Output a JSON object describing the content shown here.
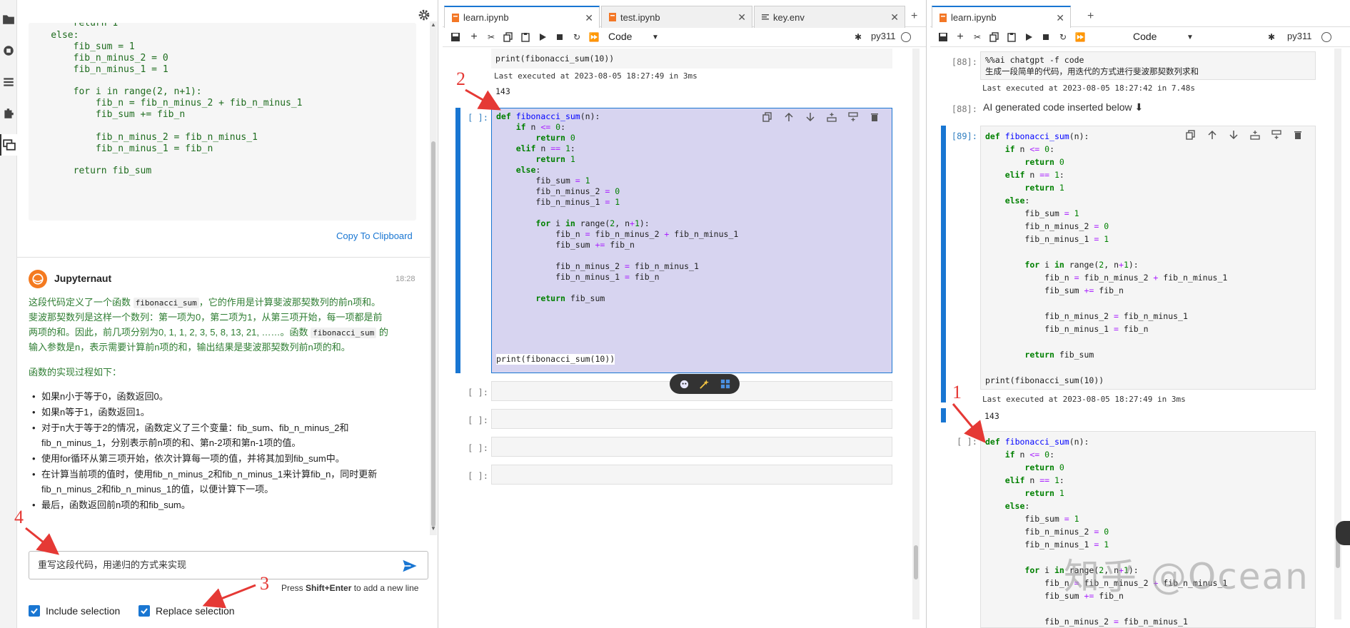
{
  "chat": {
    "code_lines": [
      "        return 1",
      "    else:",
      "        fib_sum = 1",
      "        fib_n_minus_2 = 0",
      "        fib_n_minus_1 = 1",
      "",
      "        for i in range(2, n+1):",
      "            fib_n = fib_n_minus_2 + fib_n_minus_1",
      "            fib_sum += fib_n",
      "",
      "            fib_n_minus_2 = fib_n_minus_1",
      "            fib_n_minus_1 = fib_n",
      "",
      "        return fib_sum"
    ],
    "copy_label": "Copy To Clipboard",
    "message": {
      "author": "Jupyternaut",
      "time": "18:28",
      "p1_a": "这段代码定义了一个函数 ",
      "p1_code": "fibonacci_sum",
      "p1_b": "，它的作用是计算斐波那契数列的前n项和。",
      "p1_c": "斐波那契数列是这样一个数列：第一项为0，第二项为1，从第三项开始，每一项都是前",
      "p1_d": "两项的和。因此，前几项分别为0, 1, 1, 2, 3, 5, 8, 13, 21, ……。函数 ",
      "p1_code2": "fibonacci_sum",
      "p1_e": " 的",
      "p1_f": "输入参数是n，表示需要计算前n项的和，输出结果是斐波那契数列前n项的和。",
      "p2": "函数的实现过程如下：",
      "bullets": [
        "如果n小于等于0，函数返回0。",
        "如果n等于1，函数返回1。",
        "对于n大于等于2的情况，函数定义了三个变量：fib_sum、fib_n_minus_2和",
        "fib_n_minus_1，分别表示前n项的和、第n-2项和第n-1项的值。",
        "使用for循环从第三项开始，依次计算每一项的值，并将其加到fib_sum中。",
        "在计算当前项的值时，使用fib_n_minus_2和fib_n_minus_1来计算fib_n，同时更新",
        "fib_n_minus_2和fib_n_minus_1的值，以便计算下一项。",
        "最后，函数返回前n项的和fib_sum。"
      ]
    },
    "input_value": "重写这段代码，用递归的方式来实现",
    "hint_press": "Press ",
    "hint_keys": "Shift+Enter",
    "hint_rest": " to add a new line",
    "include_selection": "Include selection",
    "replace_selection": "Replace selection"
  },
  "nb1": {
    "tabs": [
      "learn.ipynb",
      "test.ipynb",
      "key.env"
    ],
    "cell_type": "Code",
    "kernel": "py311",
    "top_code": "print(fibonacci_sum(10))",
    "top_exec": "Last executed at 2023-08-05 18:27:49 in 3ms",
    "top_output": "143",
    "active_prompt": "[ ]:",
    "empty_prompt": "[ ]:",
    "final_line": "print(fibonacci_sum(10))"
  },
  "nb2": {
    "tabs": [
      "learn.ipynb"
    ],
    "cell_type": "Code",
    "kernel": "py311",
    "p88": "[88]:",
    "magic_line1": "%%ai chatgpt -f code",
    "magic_line2": "生成一段简单的代码，用迭代的方式进行斐波那契数列求和",
    "exec88": "Last executed at 2023-08-05 18:27:42 in 7.48s",
    "ai_text": "AI generated code inserted below ⬇",
    "p89": "[89]:",
    "exec89": "Last executed at 2023-08-05 18:27:49 in 3ms",
    "out89": "143",
    "p_new": "[ ]:",
    "print_line": "print(fibonacci_sum(10))"
  },
  "annotations": [
    "1",
    "2",
    "3",
    "4"
  ],
  "watermark": "知乎 @Ocean",
  "colors": {
    "accent": "#1976d2",
    "selection": "#d7d4f0",
    "annotation": "#e53935",
    "chat_text": "#2e7d32"
  }
}
